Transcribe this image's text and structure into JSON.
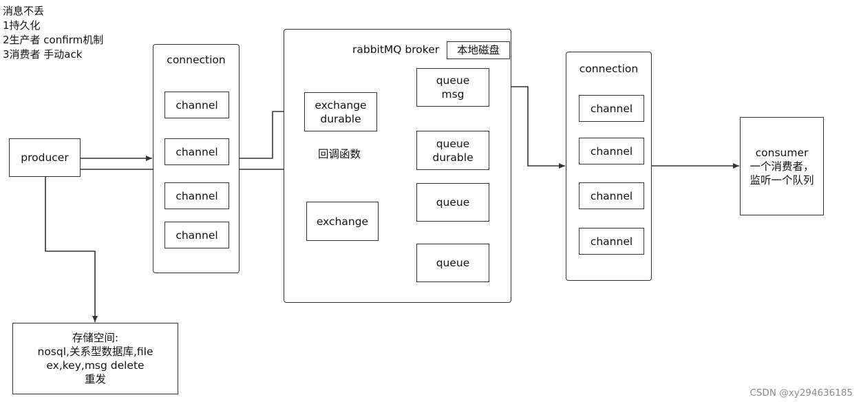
{
  "notes": [
    "消息不丢",
    "1持久化",
    "2生产者 confirm机制",
    "3消费者 手动ack"
  ],
  "producer": "producer",
  "storage": [
    "存储空间:",
    "nosql,关系型数据库,file",
    "ex,key,msg delete",
    "重发"
  ],
  "left_connection": {
    "title": "connection",
    "channels": [
      "channel",
      "channel",
      "channel",
      "channel"
    ]
  },
  "broker": {
    "title": "rabbitMQ broker",
    "local_disk": "本地磁盘",
    "exchange_durable": [
      "exchange",
      "durable"
    ],
    "callback": "回调函数",
    "queue_msg": [
      "queue",
      "msg"
    ],
    "queue_durable": [
      "queue",
      "durable"
    ],
    "exchange": "exchange",
    "queue_a": "queue",
    "queue_b": "queue"
  },
  "right_connection": {
    "title": "connection",
    "channels": [
      "channel",
      "channel",
      "channel",
      "channel"
    ]
  },
  "consumer": [
    "consumer",
    "一个消费者，",
    "监听一个队列"
  ],
  "watermark": "CSDN @xy294636185",
  "colors": {
    "line": "#333333",
    "text": "#111111",
    "watermark": "#8a8a8a"
  }
}
